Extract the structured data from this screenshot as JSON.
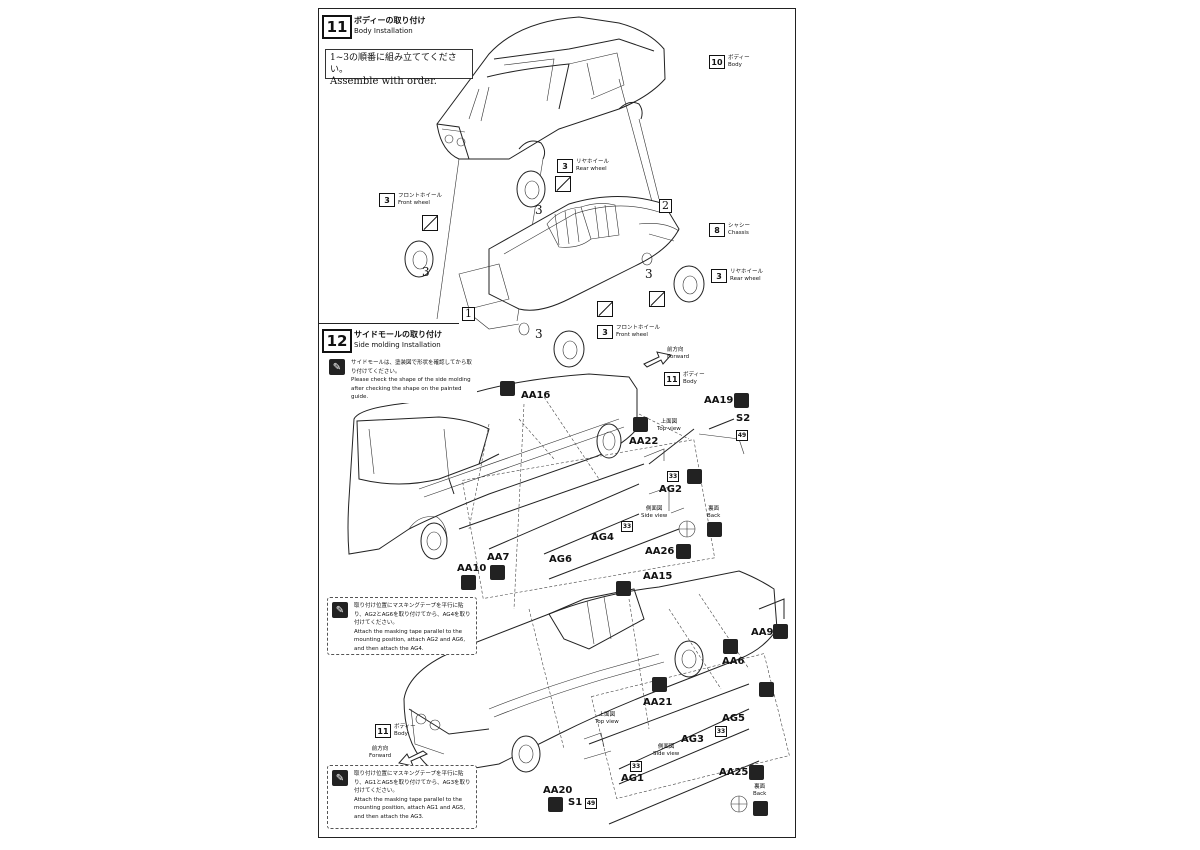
{
  "step11": {
    "number": "11",
    "title_jp": "ボディーの取り付け",
    "title_en": "Body Installation",
    "order_note_jp": "1~3の順番に組み立ててください。",
    "order_note_en": "Assemble with order.",
    "refs": [
      {
        "num": "10",
        "jp": "ボディー",
        "en": "Body"
      },
      {
        "num": "3",
        "jp": "リヤホイール",
        "en": "Rear wheel"
      },
      {
        "num": "3",
        "jp": "フロントホイール",
        "en": "Front wheel"
      },
      {
        "num": "8",
        "jp": "シャシー",
        "en": "Chassis"
      },
      {
        "num": "3",
        "jp": "リヤホイール",
        "en": "Rear wheel"
      },
      {
        "num": "3",
        "jp": "フロントホイール",
        "en": "Front wheel"
      }
    ],
    "order_marks": [
      "1",
      "2",
      "3",
      "3",
      "3",
      "3"
    ]
  },
  "step12": {
    "number": "12",
    "title_jp": "サイドモールの取り付け",
    "title_en": "Side molding Installation",
    "tip_jp": "サイドモールは、塗装図で形状を確認してから取り付けてください。",
    "tip_en": "Please check the shape of the side molding after checking the shape on the painted guide.",
    "body_ref_top": {
      "num": "11",
      "jp": "ボディー",
      "en": "Body"
    },
    "body_ref_bottom": {
      "num": "11",
      "jp": "ボディー",
      "en": "Body"
    },
    "forward_jp": "前方向",
    "forward_en": "Forward",
    "top_view_jp": "上面図",
    "top_view_en": "Top view",
    "side_view_jp": "側面図",
    "side_view_en": "Side view",
    "back_jp": "裏面",
    "back_en": "Back",
    "masking_note_1_jp": "取り付け位置にマスキングテープを平行に貼り、AG2とAG6を取り付けてから、AG4を取り付けてください。",
    "masking_note_1_en": "Attach the masking tape parallel to the mounting position, attach AG2 and AG6, and then attach the AG4.",
    "masking_note_2_jp": "取り付け位置にマスキングテープを平行に貼り、AG1とAG5を取り付けてから、AG3を取り付けてください。",
    "masking_note_2_en": "Attach the masking tape parallel to the mounting position, attach AG1 and AG5, and then attach the AG3.",
    "parts_upper": [
      "AA16",
      "AA19",
      "S2",
      "AA22",
      "AG2",
      "AG4",
      "AG6",
      "AA26",
      "AA7",
      "AA10"
    ],
    "parts_lower": [
      "AA15",
      "AA9",
      "AA6",
      "AA21",
      "AG5",
      "AG3",
      "AG1",
      "AA25",
      "AA20",
      "S1"
    ],
    "paint_codes": [
      "33",
      "33",
      "33",
      "33",
      "49",
      "49"
    ]
  }
}
